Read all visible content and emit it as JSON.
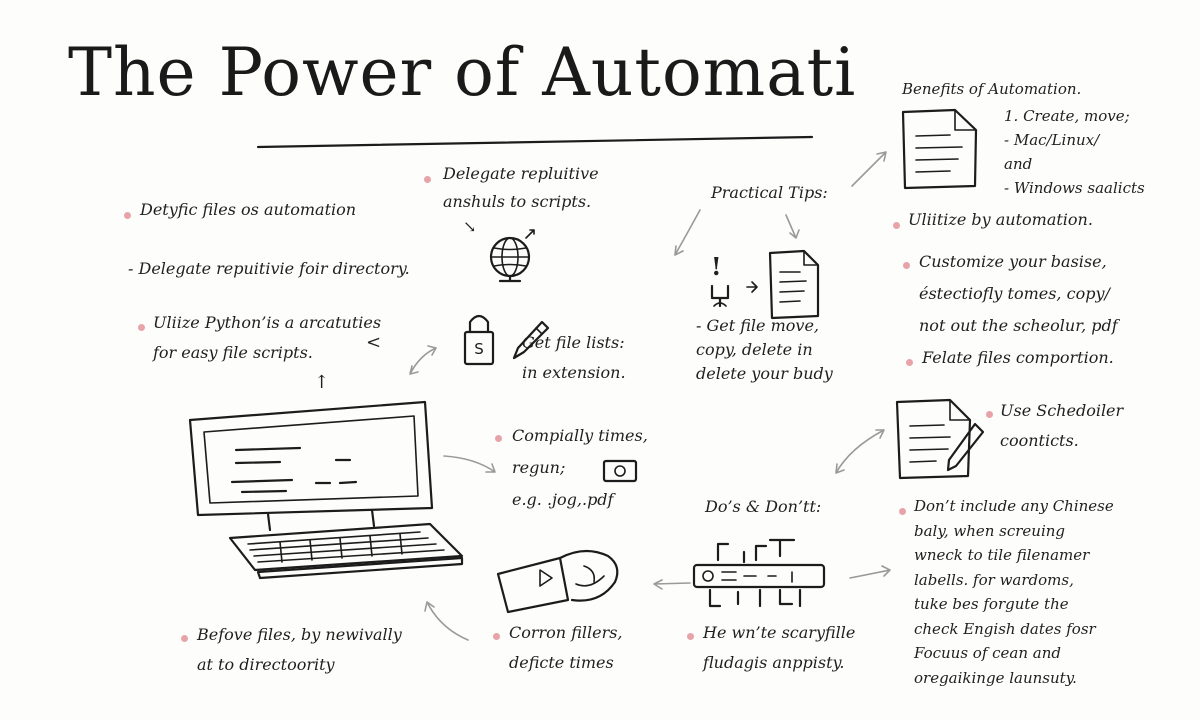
{
  "title": "The Power of Automati",
  "colors": {
    "bullet": "#e7a3a8",
    "ink": "#1c1c1c",
    "arrow": "#9a9a9a"
  },
  "left": {
    "b1": "Detyfic files os automation",
    "dash1": "- Delegate repuitivie foir directory.",
    "b2": "Uliize Python’is a arcatuties\n  for easy file scripts.",
    "chev": "<",
    "up": "↑",
    "bottom": "Befove files, by newivally\n  at to directoority"
  },
  "center": {
    "delegate": "Delegate repluitive\nanshuls to scripts.",
    "curl": "↘",
    "get_file_lists": "Get file lists:\nin extension.",
    "compially": "Compially times,\n   regun;\n   e.g. .jog,.pdf",
    "corron": "Corron fillers,\n  deficte times"
  },
  "tips": {
    "heading": "Practical Tips:",
    "exclaim": "!",
    "get_file_move": "- Get file move,\n  copy, delete in\n  delete your budy"
  },
  "dos": {
    "heading": "Do’s & Don’tt:",
    "text": "He wn’te scaryfille\nfludagis anppisty."
  },
  "benefits": {
    "heading": "Benefits of Automation.",
    "list": "1. Create, move;\n  - Mac/Linux/\n  and\n  - Windows saalicts"
  },
  "right": {
    "b1": "Uliitize by automation.",
    "b2": "Customize your basise,\néstectiofly tomes, copy/\nnot out the scheolur, pdf",
    "b3": "Felate files comportion.",
    "sched": "Use Schedoiler\ncoonticts.",
    "dont": "Don’t include any Chinese\nbaly, when screuing\nwneck to tile filenamer\nlabells. for wardoms,\ntuke bes forgute the\ncheck Engish dates fosr\nFocuus of cean and\noregaikinge launsuty."
  },
  "icons": [
    "globe-icon",
    "lock-icon",
    "pen-icon",
    "computer-icon",
    "document-icon",
    "notepad-pencil-icon",
    "robot-hand-icon",
    "server-rack-icon",
    "plug-icon",
    "ticket-icon"
  ]
}
